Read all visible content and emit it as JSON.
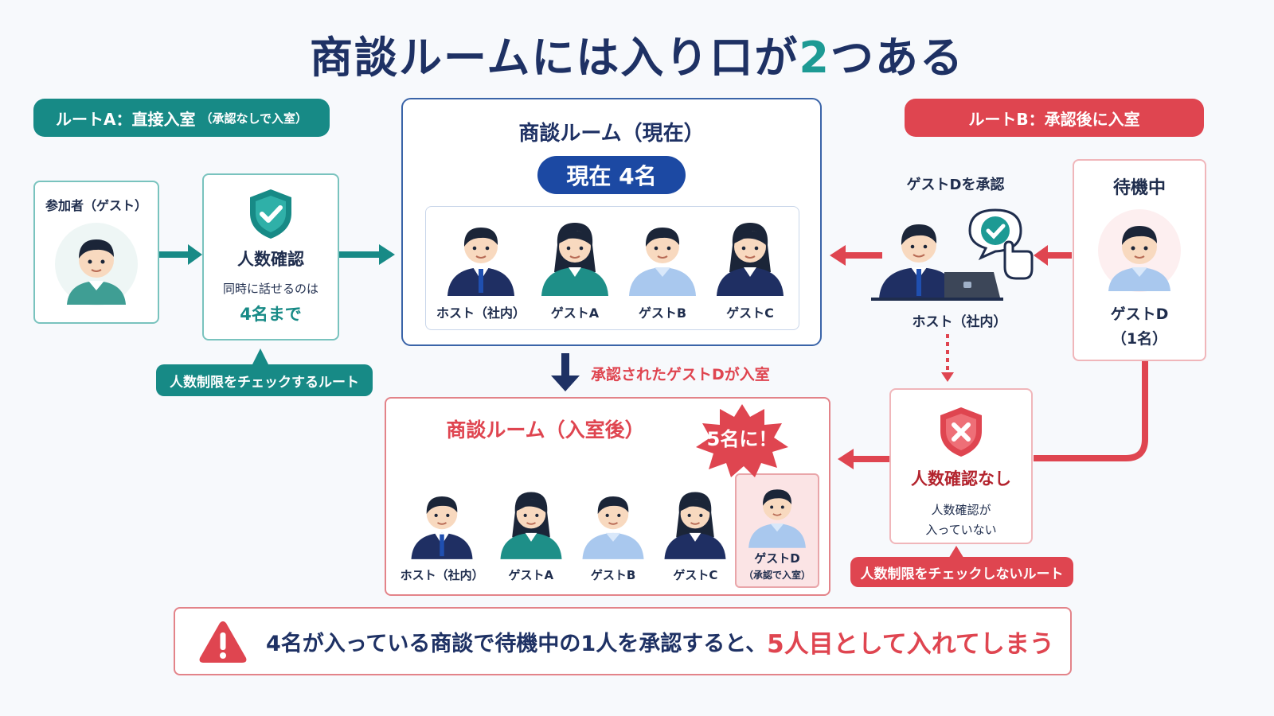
{
  "title": {
    "main": "商談ルームには入り口が",
    "highlight": "2",
    "tail": "つある"
  },
  "route_a": {
    "label": "ルートA：直接入室",
    "note": "（承認なしで入室）"
  },
  "route_b": {
    "label": "ルートB：承認後に入室"
  },
  "participant": {
    "label": "参加者（ゲスト）"
  },
  "check": {
    "title": "人数確認",
    "line1": "同時に話せるのは",
    "line2": "4名まで"
  },
  "check_callout": "人数制限をチェックするルート",
  "current_room": {
    "title": "商談ルーム（現在）",
    "count": "現在 4名",
    "members": [
      "ホスト（社内）",
      "ゲストA",
      "ゲストB",
      "ゲストC"
    ]
  },
  "approve": {
    "label": "ゲストDを承認",
    "host": "ホスト（社内）"
  },
  "waiting": {
    "title": "待機中",
    "name": "ゲストD",
    "count": "（1名）"
  },
  "enter_note": "承認されたゲストDが入室",
  "after_room": {
    "title": "商談ルーム（入室後）",
    "burst": "5名に！",
    "members": [
      "ホスト（社内）",
      "ゲストA",
      "ゲストB",
      "ゲストC"
    ],
    "new_member": "ゲストD",
    "new_member_note": "（承認で入室）"
  },
  "nocheck": {
    "title": "人数確認なし",
    "line1": "人数確認が",
    "line2": "入っていない"
  },
  "nocheck_callout": "人数制限をチェックしないルート",
  "warning": {
    "main": "4名が入っている商談で待機中の1人を承認すると、",
    "highlight": "5人目として入れてしまう"
  },
  "colors": {
    "teal": "#178a86",
    "red": "#df4550",
    "navy": "#1e3164"
  }
}
